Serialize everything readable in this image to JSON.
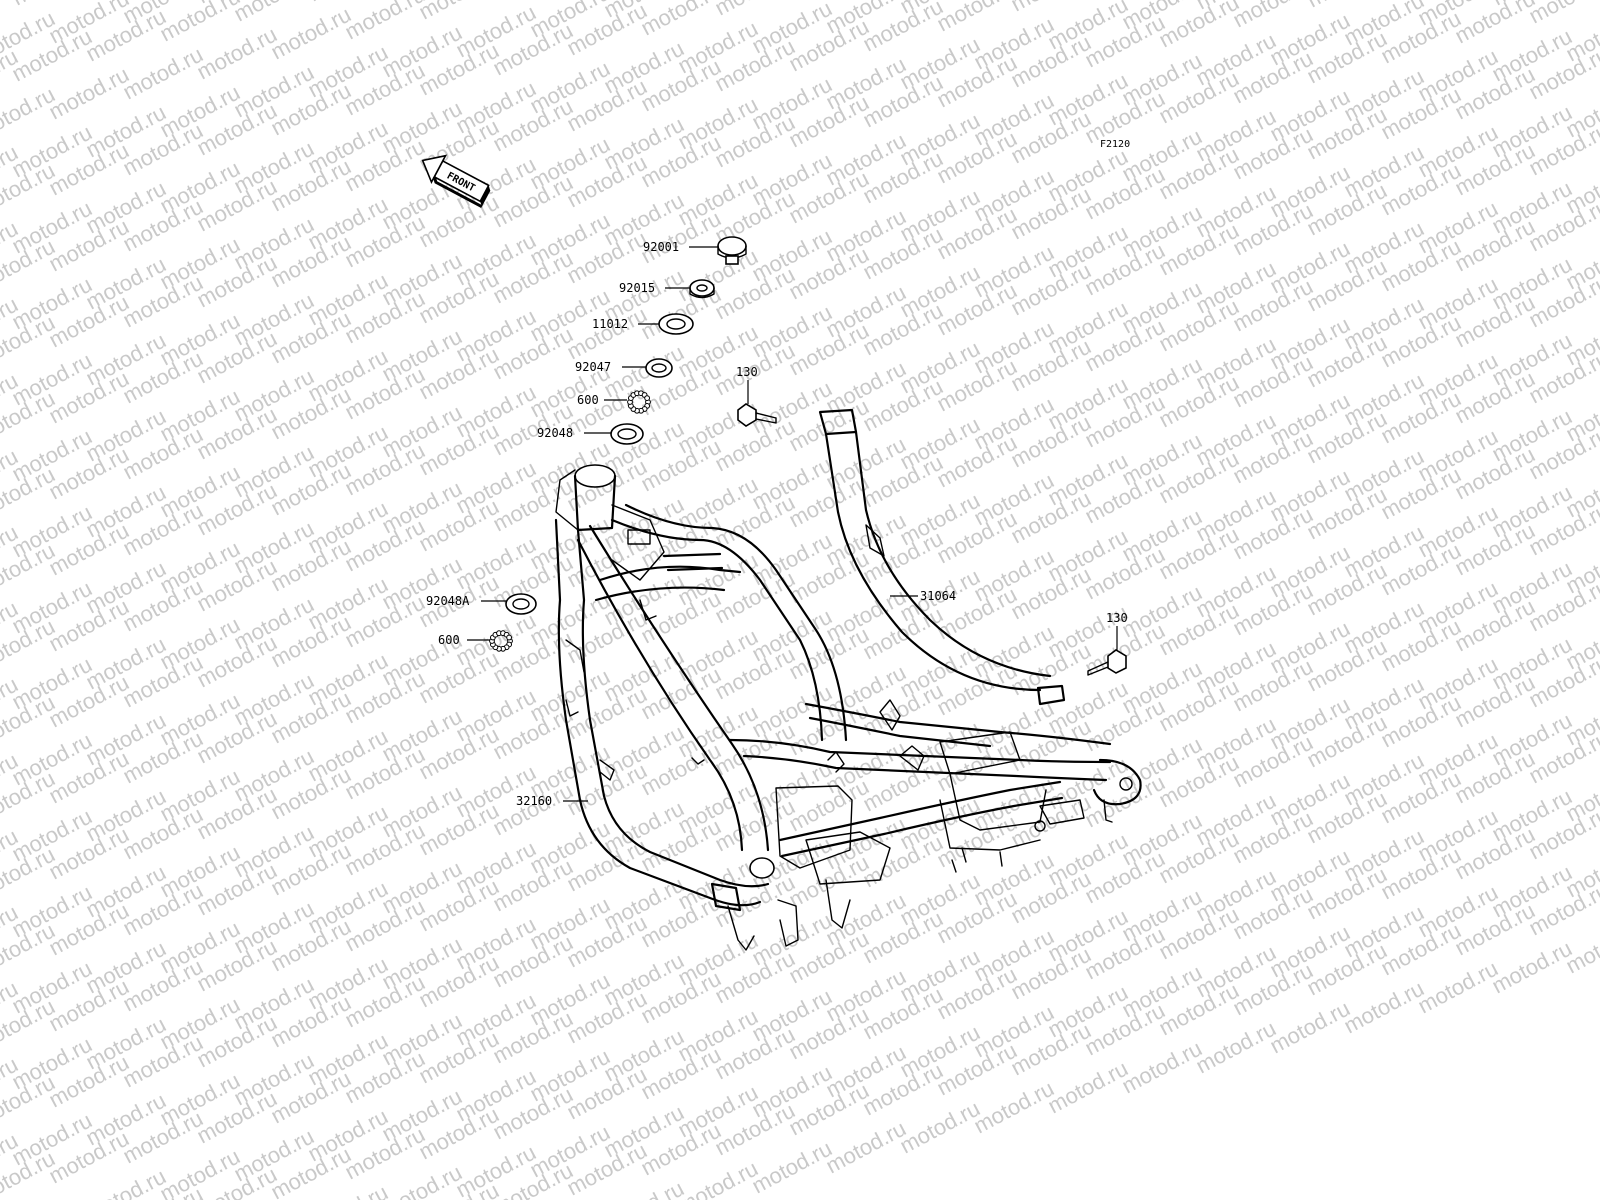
{
  "diagram": {
    "figure_code": "F2120",
    "front_label": "FRONT",
    "watermark_text": "motod.ru",
    "parts": [
      {
        "id": "92001",
        "label": "92001"
      },
      {
        "id": "92015",
        "label": "92015"
      },
      {
        "id": "11012",
        "label": "11012"
      },
      {
        "id": "92047",
        "label": "92047"
      },
      {
        "id": "600a",
        "label": "600"
      },
      {
        "id": "92048",
        "label": "92048"
      },
      {
        "id": "130a",
        "label": "130"
      },
      {
        "id": "31064",
        "label": "31064"
      },
      {
        "id": "130b",
        "label": "130"
      },
      {
        "id": "92048A",
        "label": "92048A"
      },
      {
        "id": "600b",
        "label": "600"
      },
      {
        "id": "32160",
        "label": "32160"
      }
    ]
  }
}
